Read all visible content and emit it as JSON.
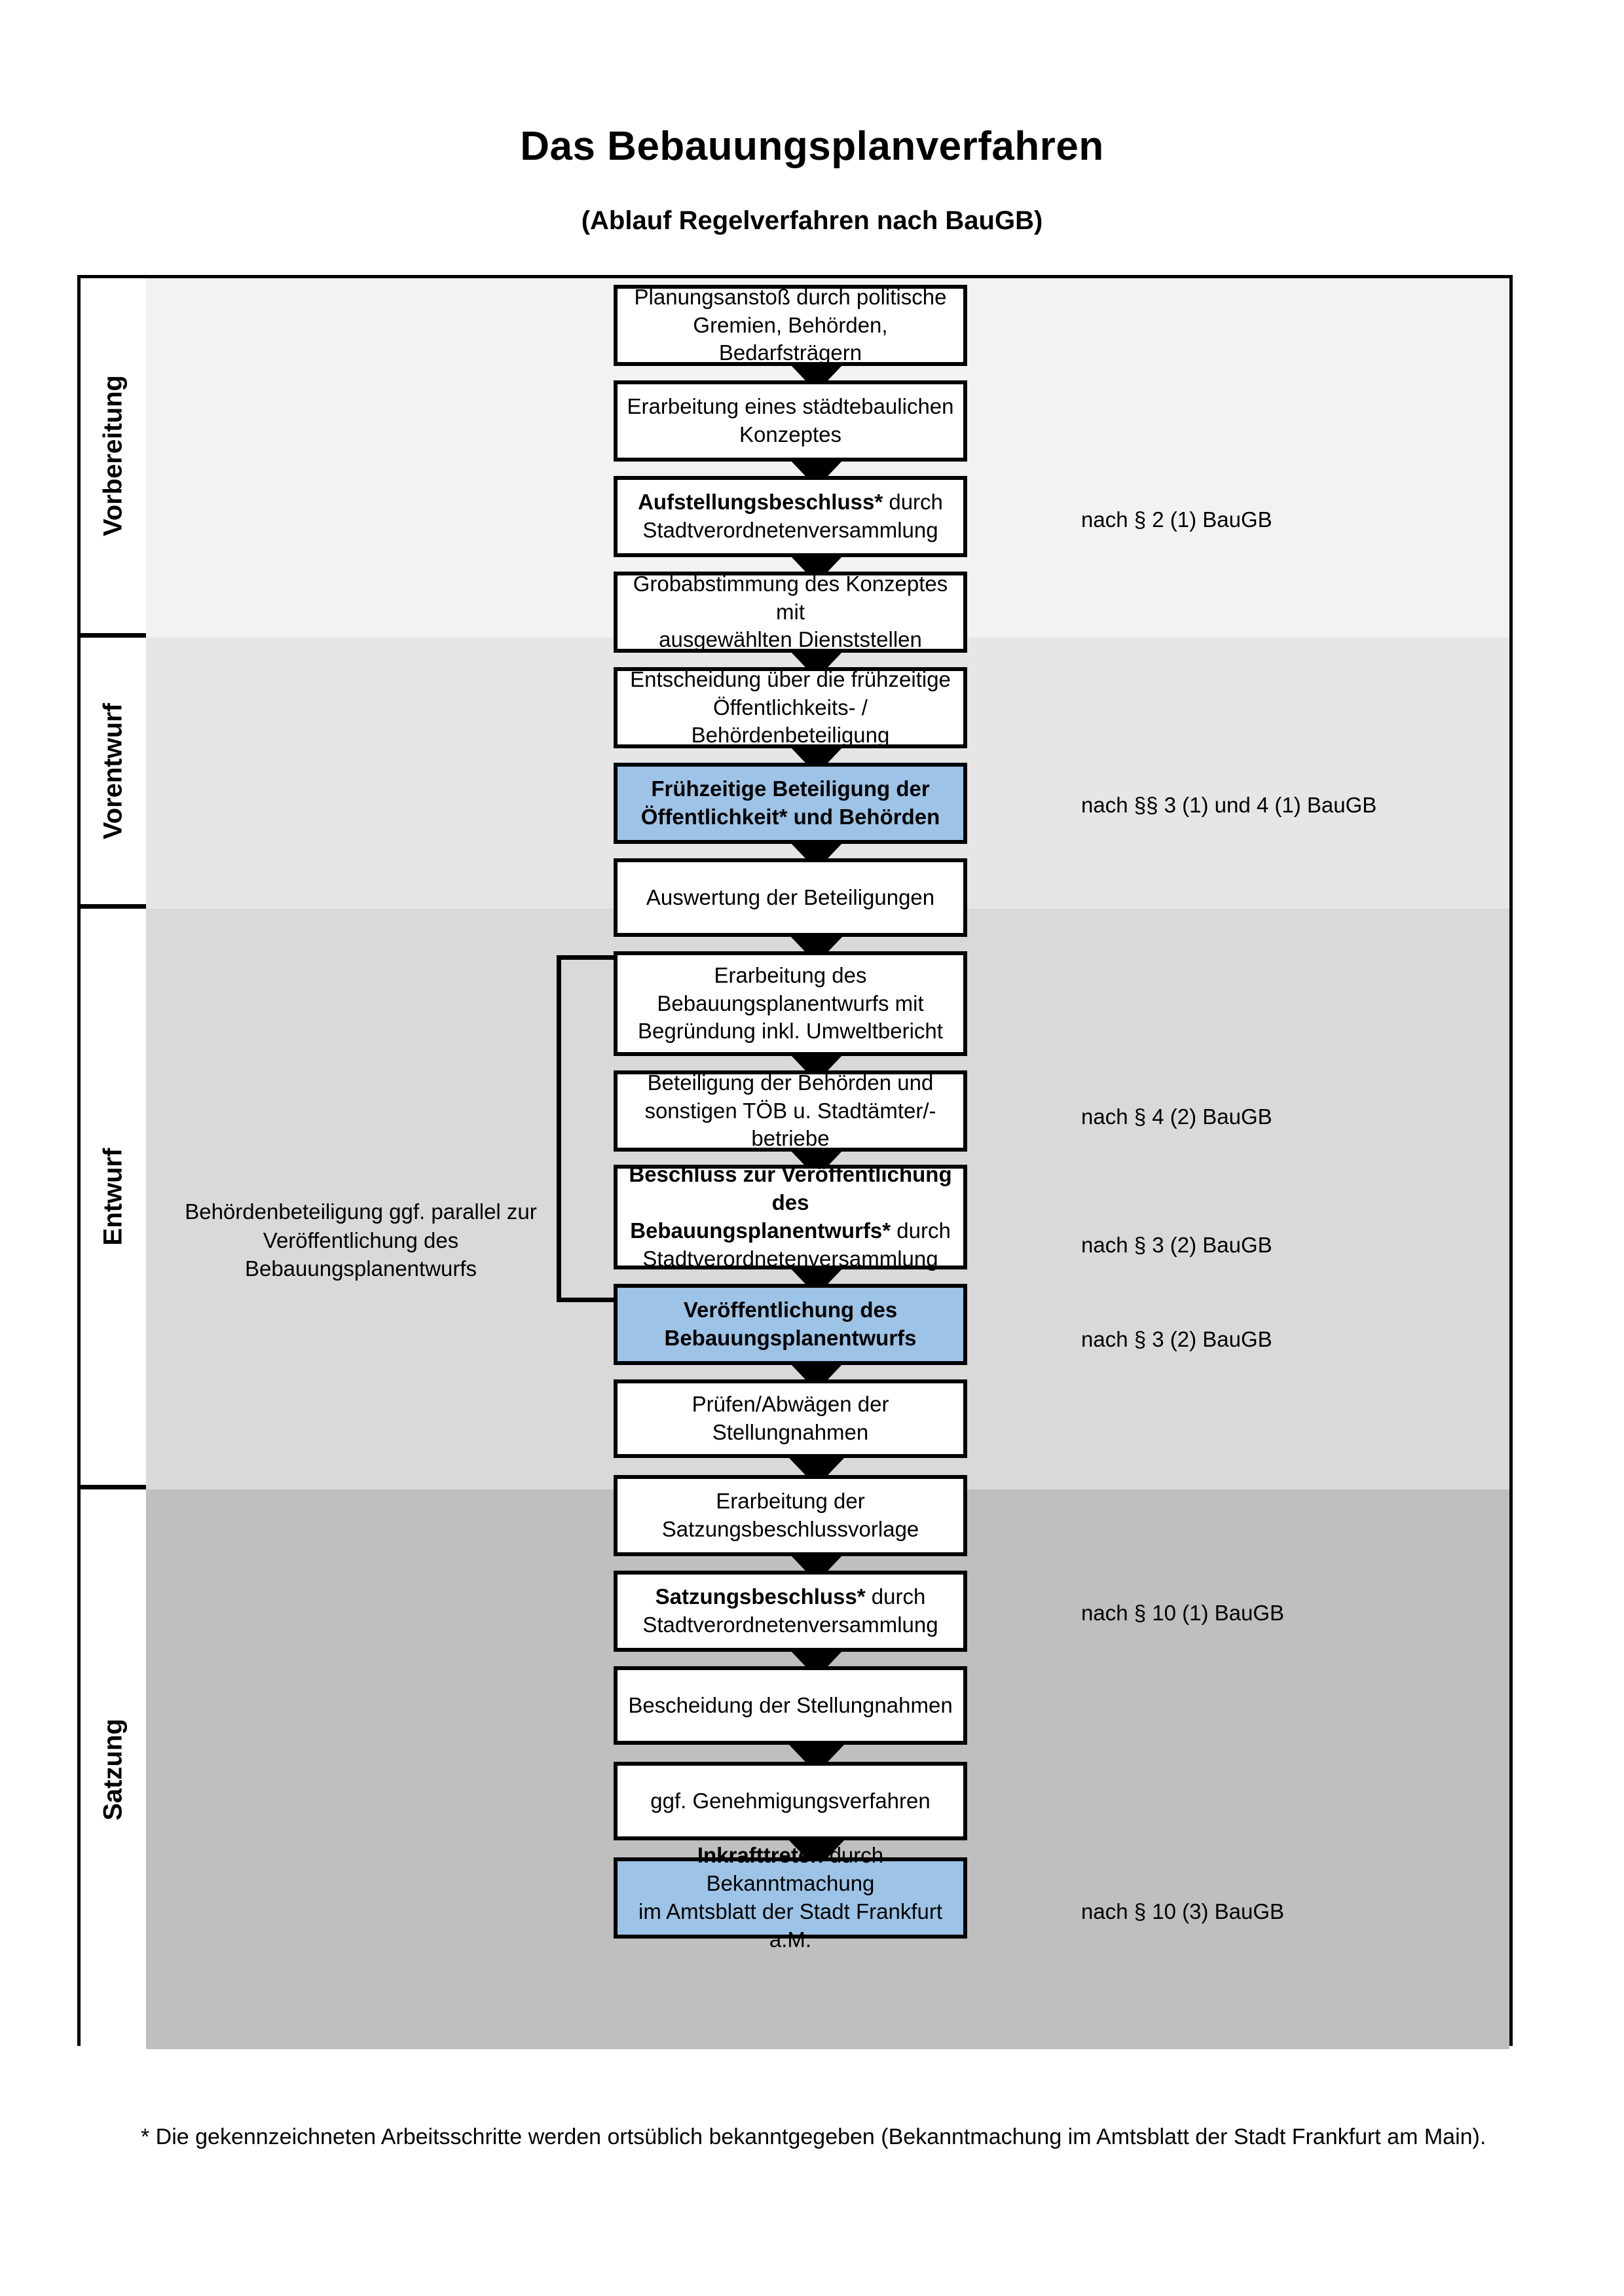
{
  "header": {
    "title": "Das Bebauungsplanverfahren",
    "subtitle": "(Ablauf Regelverfahren nach BauGB)"
  },
  "phases": [
    {
      "id": "vorbereitung",
      "label": "Vorbereitung",
      "bg": "#F2F2F2"
    },
    {
      "id": "vorentwurf",
      "label": "Vorentwurf",
      "bg": "#E6E6E6"
    },
    {
      "id": "entwurf",
      "label": "Entwurf",
      "bg": "#D9D9D9"
    },
    {
      "id": "satzung",
      "label": "Satzung",
      "bg": "#BFBFBF"
    }
  ],
  "steps": [
    {
      "id": "planungsanstoss",
      "phase": "vorbereitung",
      "line1": "Planungsanstoß durch politische",
      "line2": "Gremien, Behörden, Bedarfsträgern",
      "highlight": false
    },
    {
      "id": "staedtebauliches-konzept",
      "phase": "vorbereitung",
      "line1": "Erarbeitung eines städtebaulichen",
      "line2": "Konzeptes",
      "highlight": false
    },
    {
      "id": "aufstellungsbeschluss",
      "phase": "vorbereitung",
      "line1_bold": "Aufstellungsbeschluss*",
      "line1_rest": " durch",
      "line2": "Stadtverordnetenversammlung",
      "highlight": false
    },
    {
      "id": "grobabstimmung",
      "phase": "vorentwurf",
      "line1": "Grobabstimmung des Konzeptes mit",
      "line2": "ausgewählten Dienststellen",
      "highlight": false
    },
    {
      "id": "entscheidung-fruehzeitige-beteiligung",
      "phase": "vorentwurf",
      "line1": "Entscheidung über die frühzeitige",
      "line2": "Öffentlichkeits- / Behördenbeteiligung",
      "highlight": false
    },
    {
      "id": "fruehzeitige-beteiligung",
      "phase": "vorentwurf",
      "line1_bold": "Frühzeitige Beteiligung der",
      "line2_bold": "Öffentlichkeit* und Behörden",
      "highlight": true
    },
    {
      "id": "auswertung-beteiligungen",
      "phase": "entwurf",
      "line1": "Auswertung der Beteiligungen",
      "highlight": false
    },
    {
      "id": "erarbeitung-bebauungsplanentwurf",
      "phase": "entwurf",
      "line1": "Erarbeitung des",
      "line2": "Bebauungsplanentwurfs mit",
      "line3": "Begründung inkl. Umweltbericht",
      "highlight": false
    },
    {
      "id": "beteiligung-behoerden-toeb",
      "phase": "entwurf",
      "line1": "Beteiligung der Behörden und",
      "line2": "sonstigen TÖB u. Stadtämter/-betriebe",
      "highlight": false
    },
    {
      "id": "beschluss-veroeffentlichung",
      "phase": "entwurf",
      "line1_bold": "Beschluss zur Veröffentlichung des",
      "line2_bold": "Bebauungsplanentwurfs*",
      "line2_rest": " durch",
      "line3": "Stadtverordnetenversammlung",
      "highlight": false
    },
    {
      "id": "veroeffentlichung-bebauungsplanentwurf",
      "phase": "entwurf",
      "line1_bold": "Veröffentlichung des",
      "line2_bold": "Bebauungsplanentwurfs",
      "highlight": true
    },
    {
      "id": "pruefen-abwaegen",
      "phase": "satzung",
      "line1": "Prüfen/Abwägen der Stellungnahmen",
      "highlight": false
    },
    {
      "id": "erarbeitung-satzungsbeschlussvorlage",
      "phase": "satzung",
      "line1": "Erarbeitung der",
      "line2": "Satzungsbeschlussvorlage",
      "highlight": false
    },
    {
      "id": "satzungsbeschluss",
      "phase": "satzung",
      "line1_bold": "Satzungsbeschluss*",
      "line1_rest": " durch",
      "line2": "Stadtverordnetenversammlung",
      "highlight": false
    },
    {
      "id": "bescheidung-stellungnahmen",
      "phase": "satzung",
      "line1": "Bescheidung der Stellungnahmen",
      "highlight": false
    },
    {
      "id": "genehmigungsverfahren",
      "phase": "satzung",
      "line1": "ggf. Genehmigungsverfahren",
      "highlight": false
    },
    {
      "id": "inkrafttreten",
      "phase": "satzung",
      "line1_bold": "Inkrafttreten",
      "line1_rest": " durch Bekanntmachung",
      "line2": "im Amtsblatt der Stadt Frankfurt a.M.",
      "highlight": true
    }
  ],
  "legal_refs": [
    {
      "id": "ref-par2-1",
      "text": "nach § 2 (1) BauGB"
    },
    {
      "id": "ref-par3-1-4-1",
      "text": "nach §§ 3 (1) und 4 (1) BauGB"
    },
    {
      "id": "ref-par4-2",
      "text": "nach § 4 (2) BauGB"
    },
    {
      "id": "ref-par3-2-a",
      "text": "nach § 3 (2) BauGB"
    },
    {
      "id": "ref-par3-2-b",
      "text": "nach § 3 (2) BauGB"
    },
    {
      "id": "ref-par10-1",
      "text": "nach § 10 (1) BauGB"
    },
    {
      "id": "ref-par10-3",
      "text": "nach § 10 (3) BauGB"
    }
  ],
  "sidenote": {
    "line1": "Behördenbeteiligung",
    "line2": "ggf. parallel zur",
    "line3": "Veröffentlichung des",
    "line4": "Bebauungsplanentwurfs"
  },
  "footnote": {
    "text": "* Die gekennzeichneten Arbeitsschritte werden ortsüblich bekanntgegeben (Bekanntmachung im Amtsblatt  der Stadt Frankfurt am Main)."
  },
  "colors": {
    "highlight_box": "#9DC3E6",
    "box_border": "#000000",
    "band_vorbereitung": "#F2F2F2",
    "band_vorentwurf": "#E6E6E6",
    "band_entwurf": "#D9D9D9",
    "band_satzung": "#BFBFBF"
  }
}
